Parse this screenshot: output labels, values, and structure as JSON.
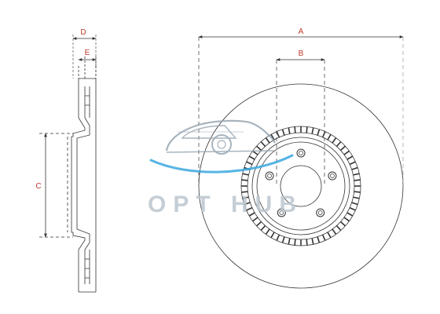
{
  "diagram": {
    "dimension_labels": {
      "A": "A",
      "B": "B",
      "C": "C",
      "D": "D",
      "E": "E"
    },
    "bolt_hole_count": 5,
    "vent_slot_count": 60,
    "colors": {
      "line": "#333333",
      "dimension_label": "#c0392b",
      "watermark_text": "#bcc6cf",
      "watermark_car": "#9aa7b2",
      "watermark_swoosh": "#3aa8e0"
    }
  },
  "watermark": {
    "text": "OPT HUB"
  }
}
